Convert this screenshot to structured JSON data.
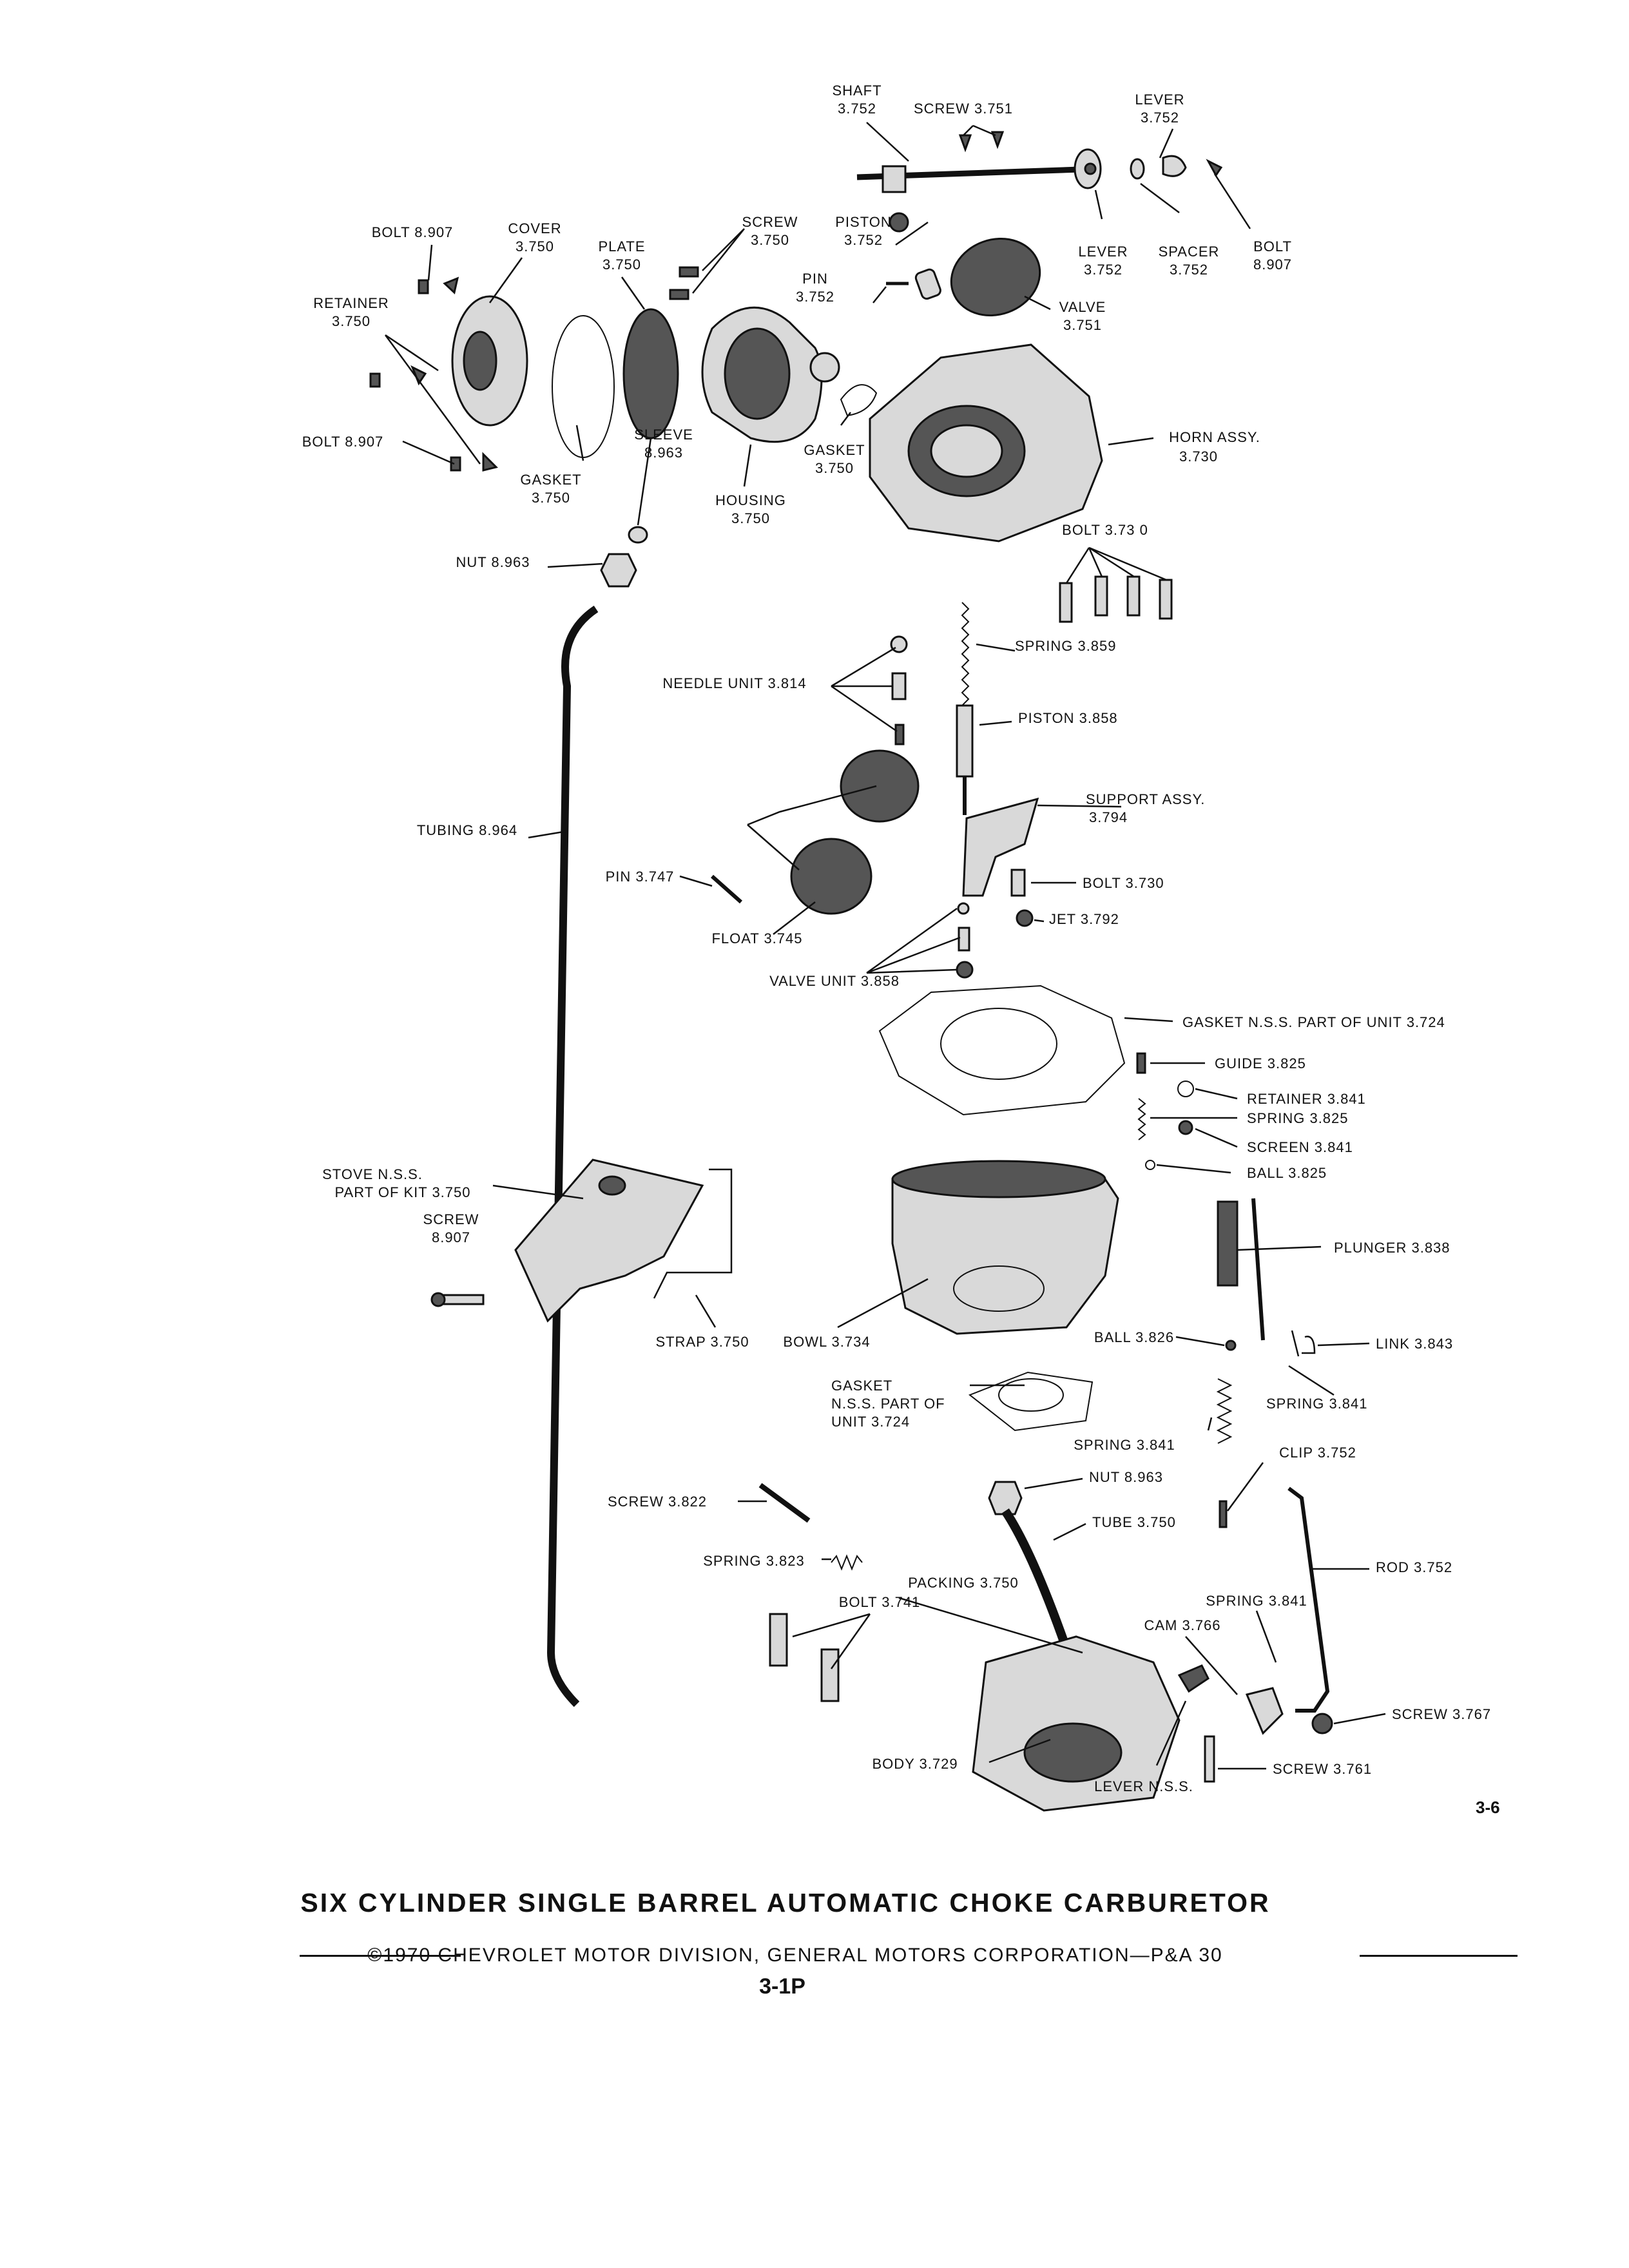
{
  "labels": {
    "shaft": [
      "SHAFT",
      "3.752"
    ],
    "screw_3751": [
      "SCREW  3.751"
    ],
    "lever_top": [
      "LEVER",
      "3.752"
    ],
    "bolt_8907_top": [
      "BOLT 8.907"
    ],
    "cover": [
      "COVER",
      "3.750"
    ],
    "plate": [
      "PLATE",
      "3.750"
    ],
    "screw_3750": [
      "SCREW",
      "3.750"
    ],
    "piston_3752": [
      "PISTON",
      "3.752"
    ],
    "lever_mid": [
      "LEVER",
      "3.752"
    ],
    "spacer": [
      "SPACER",
      "3.752"
    ],
    "bolt_8907_right": [
      "BOLT",
      "8.907"
    ],
    "retainer_3750": [
      "RETAINER",
      "3.750"
    ],
    "pin_3752": [
      "PIN",
      "3.752"
    ],
    "valve_3751": [
      "VALVE",
      "3.751"
    ],
    "bolt_8907_left": [
      "BOLT 8.907"
    ],
    "sleeve": [
      "SLEEVE",
      "8.963"
    ],
    "gasket_3750_top": [
      "GASKET",
      "3.750"
    ],
    "gasket_3750_left": [
      "GASKET",
      "3.750"
    ],
    "housing": [
      "HOUSING",
      "3.750"
    ],
    "horn_assy": [
      "HORN ASSY.",
      "3.730"
    ],
    "bolt_3730_top": [
      "BOLT 3.73 0"
    ],
    "nut_8963_top": [
      "NUT 8.963"
    ],
    "spring_3859": [
      "SPRING  3.859"
    ],
    "needle_unit": [
      "NEEDLE UNIT 3.814"
    ],
    "piston_3858": [
      "PISTON  3.858"
    ],
    "support_assy": [
      "SUPPORT ASSY.",
      "3.794"
    ],
    "tubing": [
      "TUBING 8.964"
    ],
    "pin_3747": [
      "PIN 3.747"
    ],
    "bolt_3730_mid": [
      "BOLT  3.730"
    ],
    "jet": [
      "JET  3.792"
    ],
    "float": [
      "FLOAT 3.745"
    ],
    "valve_unit": [
      "VALVE UNIT 3.858"
    ],
    "gasket_nss_3724": [
      "GASKET N.S.S. PART OF UNIT 3.724"
    ],
    "guide": [
      "GUIDE 3.825"
    ],
    "retainer_3841": [
      "RETAINER 3.841"
    ],
    "spring_3825": [
      "SPRING 3.825"
    ],
    "screen": [
      "SCREEN 3.841"
    ],
    "ball_3825": [
      "BALL  3.825"
    ],
    "stove": [
      "STOVE N.S.S.",
      "PART OF KIT 3.750"
    ],
    "screw_8907": [
      "SCREW",
      "8.907"
    ],
    "plunger": [
      "PLUNGER 3.838"
    ],
    "strap": [
      "STRAP  3.750"
    ],
    "bowl": [
      "BOWL 3.734"
    ],
    "ball_3826": [
      "BALL 3.826"
    ],
    "link": [
      "LINK 3.843"
    ],
    "gasket_bottom": [
      "GASKET",
      "N.S.S. PART OF",
      "UNIT 3.724"
    ],
    "spring_3841_right": [
      "SPRING  3.841"
    ],
    "spring_3841_mid": [
      "SPRING  3.841"
    ],
    "clip": [
      "CLIP  3.752"
    ],
    "screw_3822": [
      "SCREW 3.822"
    ],
    "nut_8963_bottom": [
      "NUT  8.963"
    ],
    "tube": [
      "TUBE  3.750"
    ],
    "rod": [
      "ROD  3.752"
    ],
    "spring_3823": [
      "SPRING 3.823"
    ],
    "packing": [
      "PACKING 3.750"
    ],
    "bolt_3741": [
      "BOLT 3.741"
    ],
    "spring_3841_bottom": [
      "SPRING  3.841"
    ],
    "cam": [
      "CAM  3.766"
    ],
    "screw_3767": [
      "SCREW  3.767"
    ],
    "body": [
      "BODY  3.729"
    ],
    "lever_nss": [
      "LEVER  N.S.S."
    ],
    "screw_3761": [
      "SCREW  3.761"
    ]
  },
  "figure_number": "3-6",
  "title": "SIX CYLINDER SINGLE BARREL AUTOMATIC CHOKE CARBURETOR",
  "copyright": "©1970 CHEVROLET MOTOR DIVISION, GENERAL MOTORS CORPORATION—P&A 30",
  "page_code": "3-1P"
}
